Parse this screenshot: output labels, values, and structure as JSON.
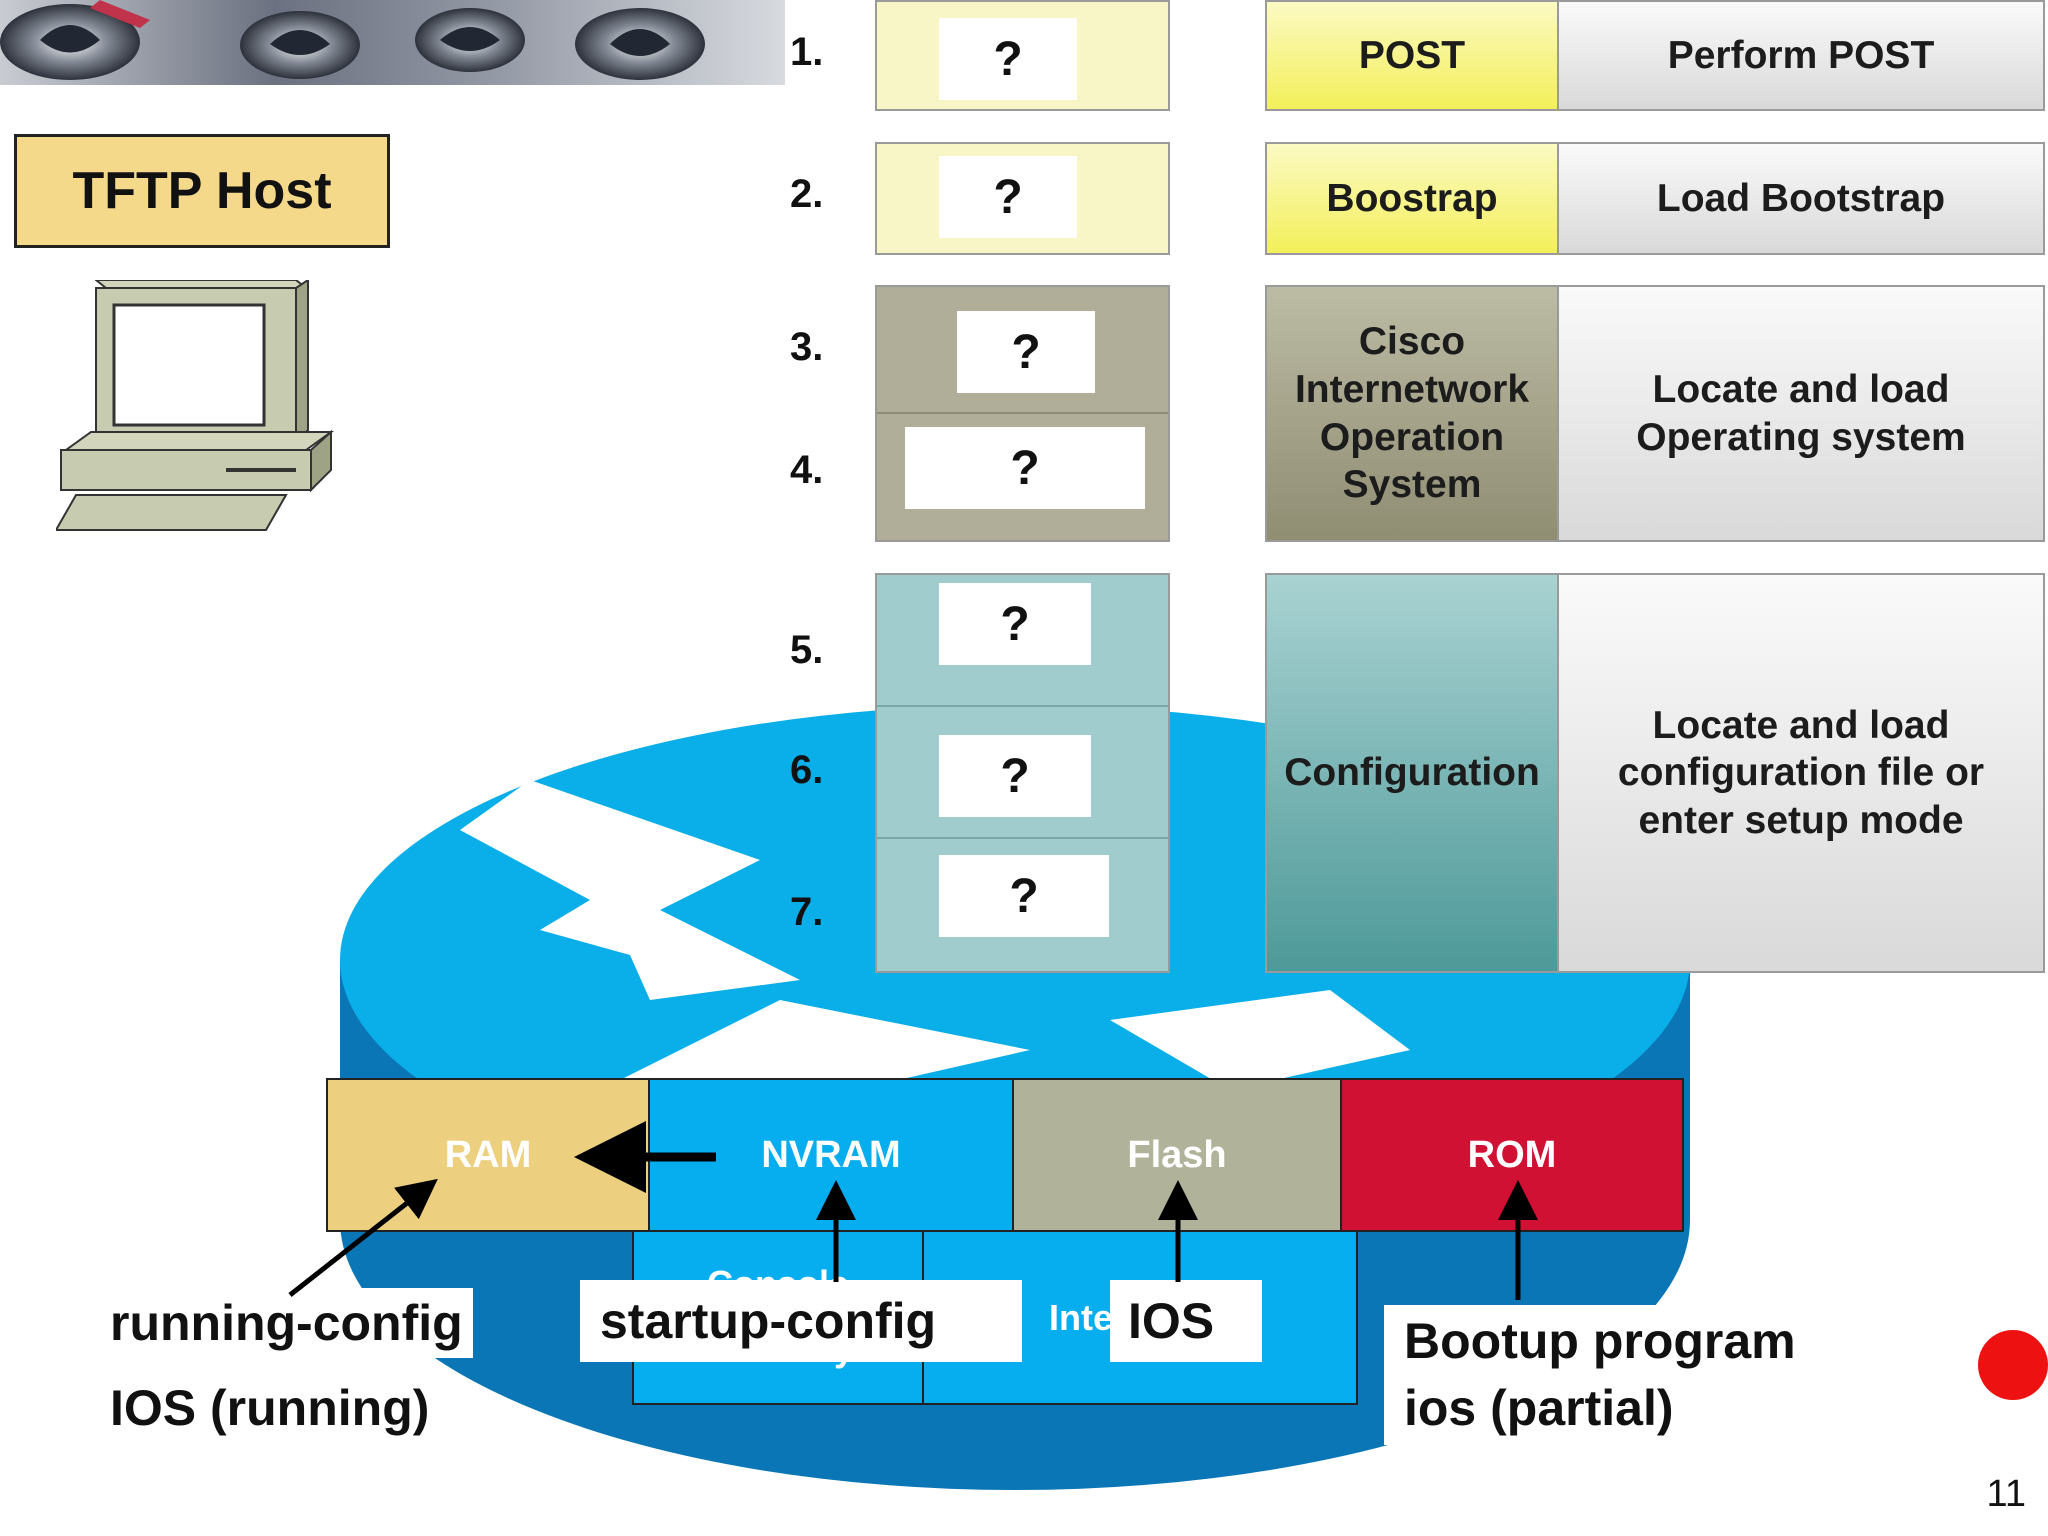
{
  "tftp_host": "TFTP Host",
  "steps": [
    "1.",
    "2.",
    "3.",
    "4.",
    "5.",
    "6.",
    "7."
  ],
  "unknown_mark": "?",
  "stages": [
    {
      "name": "POST",
      "action": "Perform POST",
      "color": "#f6f37a"
    },
    {
      "name": "Boostrap",
      "action": "Load Bootstrap",
      "color": "#f6f37a"
    },
    {
      "name": "Cisco Internetwork Operation System",
      "action": "Locate and load Operating system",
      "color": "#a9a68d"
    },
    {
      "name": "Configuration",
      "action": "Locate and load configuration file or enter setup mode",
      "color": "#6aaeaa"
    }
  ],
  "memory": {
    "ram": "RAM",
    "nvram": "NVRAM",
    "flash": "Flash",
    "rom": "ROM",
    "console": "Console",
    "auxiliary": "Auxiliary",
    "interfaces_partial": "Inte",
    "colors": {
      "ram": "#ecd07f",
      "nvram": "#06aeef",
      "flash": "#b1b29a",
      "rom": "#d11133"
    }
  },
  "labels": {
    "running_config": "running-config",
    "ios_running": "IOS (running)",
    "startup_config": "startup-config",
    "ios": "IOS",
    "bootup_program": "Bootup program",
    "ios_partial": "ios (partial)"
  },
  "page_number": "11"
}
